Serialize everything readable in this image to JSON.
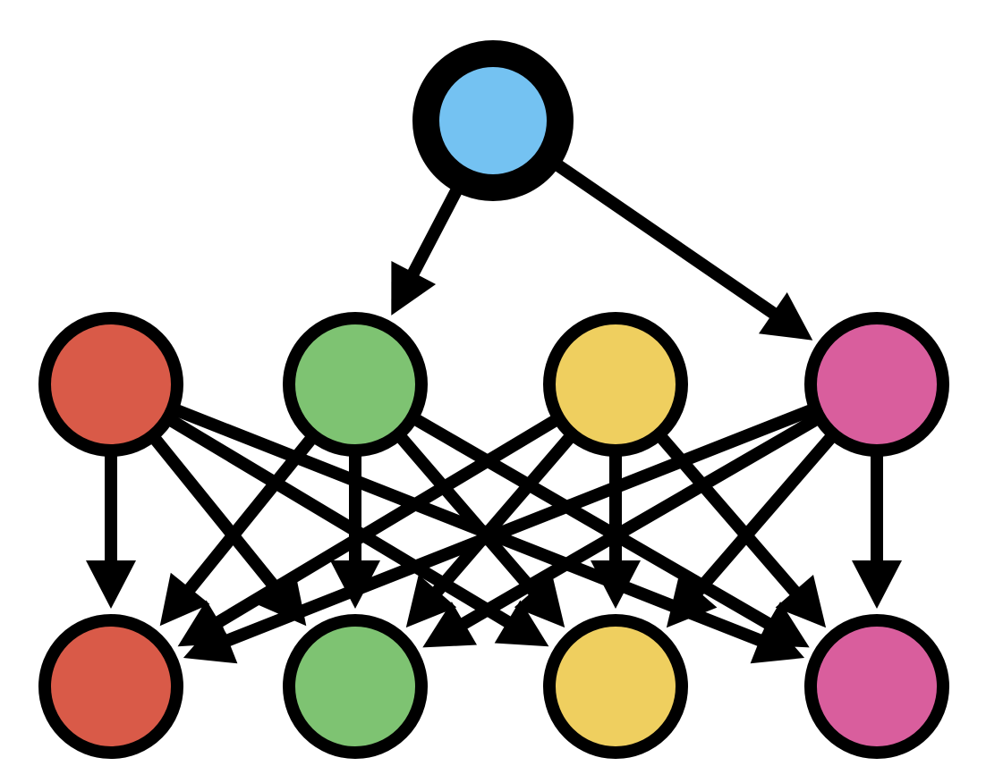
{
  "diagram": {
    "colors": {
      "stroke": "#000000",
      "blue": "#74c2f2",
      "red": "#d95a48",
      "green": "#7ec372",
      "yellow": "#efcf5f",
      "pink": "#d95e9d"
    },
    "nodes": [
      {
        "id": "root",
        "color": "blue",
        "role": "root"
      },
      {
        "id": "m-red",
        "color": "red",
        "role": "middle"
      },
      {
        "id": "m-green",
        "color": "green",
        "role": "middle"
      },
      {
        "id": "m-yellow",
        "color": "yellow",
        "role": "middle"
      },
      {
        "id": "m-pink",
        "color": "pink",
        "role": "middle"
      },
      {
        "id": "b-red",
        "color": "red",
        "role": "bottom"
      },
      {
        "id": "b-green",
        "color": "green",
        "role": "bottom"
      },
      {
        "id": "b-yellow",
        "color": "yellow",
        "role": "bottom"
      },
      {
        "id": "b-pink",
        "color": "pink",
        "role": "bottom"
      }
    ],
    "edges": [
      {
        "from": "root",
        "to": "m-green"
      },
      {
        "from": "root",
        "to": "m-pink"
      },
      {
        "from": "m-red",
        "to": "b-red"
      },
      {
        "from": "m-red",
        "to": "b-green"
      },
      {
        "from": "m-red",
        "to": "b-yellow"
      },
      {
        "from": "m-red",
        "to": "b-pink"
      },
      {
        "from": "m-green",
        "to": "b-red"
      },
      {
        "from": "m-green",
        "to": "b-green"
      },
      {
        "from": "m-green",
        "to": "b-yellow"
      },
      {
        "from": "m-green",
        "to": "b-pink"
      },
      {
        "from": "m-yellow",
        "to": "b-red"
      },
      {
        "from": "m-yellow",
        "to": "b-green"
      },
      {
        "from": "m-yellow",
        "to": "b-yellow"
      },
      {
        "from": "m-yellow",
        "to": "b-pink"
      },
      {
        "from": "m-pink",
        "to": "b-red"
      },
      {
        "from": "m-pink",
        "to": "b-green"
      },
      {
        "from": "m-pink",
        "to": "b-yellow"
      },
      {
        "from": "m-pink",
        "to": "b-pink"
      }
    ]
  }
}
